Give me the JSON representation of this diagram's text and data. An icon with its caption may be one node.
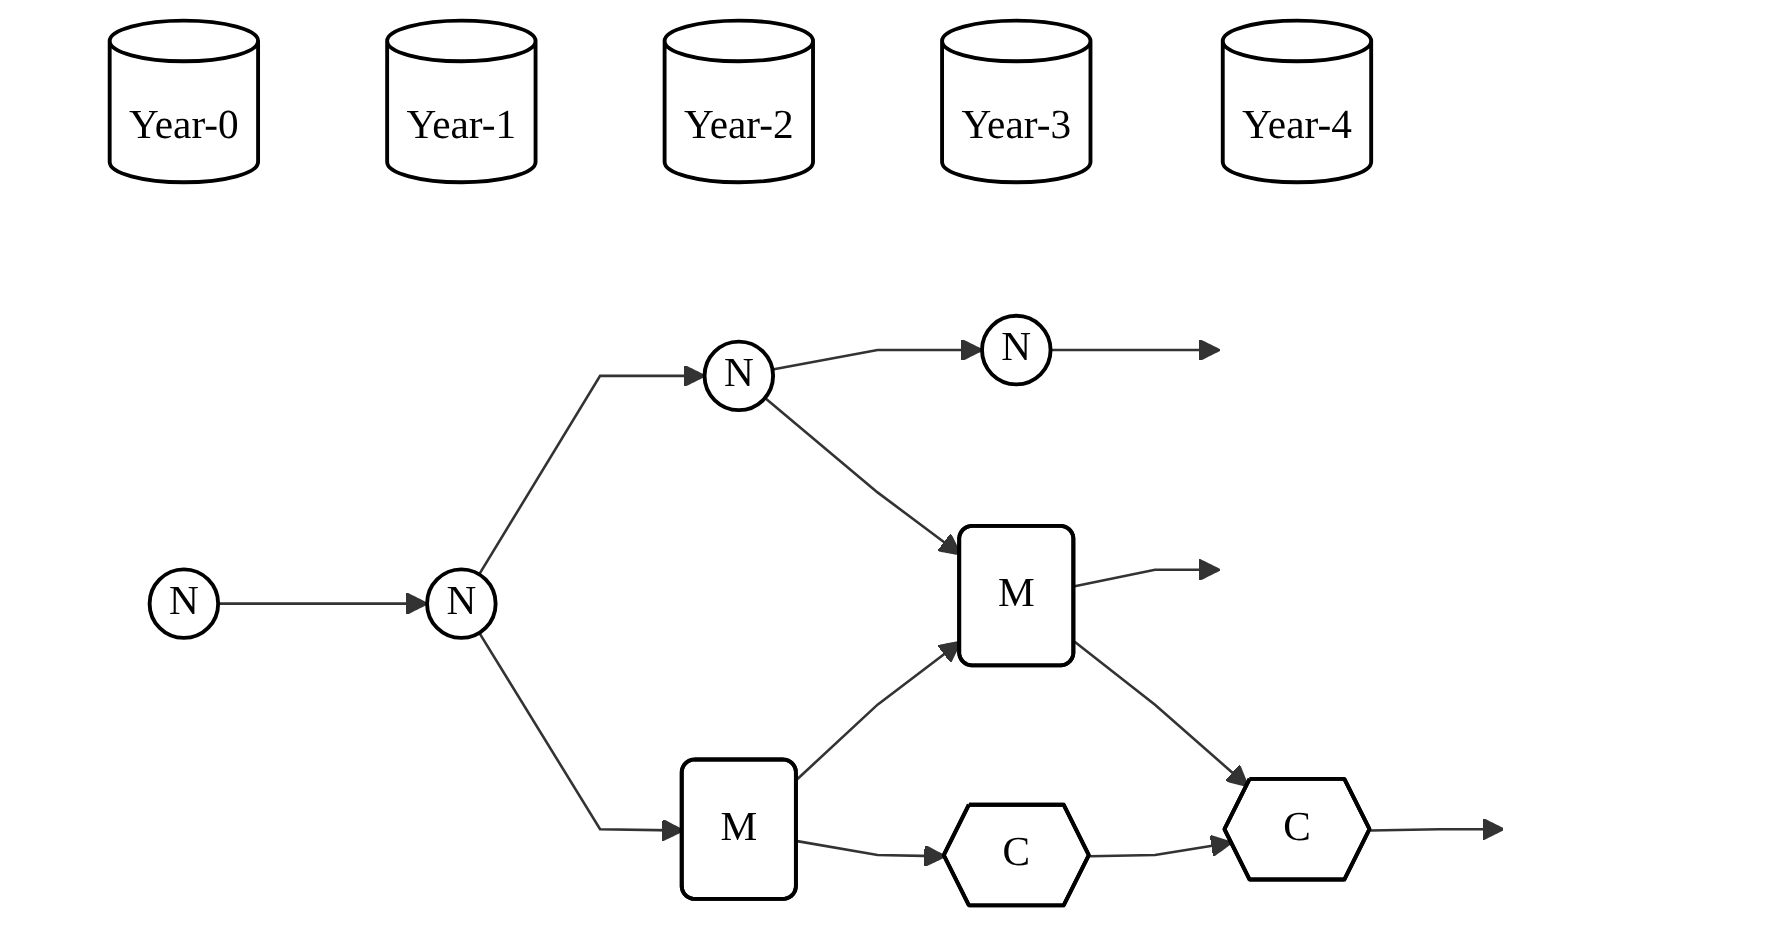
{
  "diagram": {
    "nodes": [
      {
        "text": [
          "Year-0"
        ]
      },
      {
        "text": [
          "Year-1"
        ]
      },
      {
        "text": [
          "Year-2"
        ]
      },
      {
        "text": [
          "Year-3"
        ]
      },
      {
        "text": [
          "Year-4"
        ]
      },
      {
        "text": [
          "N"
        ]
      },
      {
        "text": [
          "N"
        ]
      },
      {
        "text": [
          "N"
        ]
      },
      {
        "text": [
          "N"
        ]
      },
      {
        "text": [
          "M"
        ]
      },
      {
        "text": [
          "M"
        ]
      },
      {
        "text": [
          "C"
        ]
      },
      {
        "text": [
          "C"
        ]
      }
    ],
    "edges": [
      {
        "from": 5,
        "to": 6,
        "arrow": "to"
      },
      {
        "from": 6,
        "to": 7,
        "arrow": "to"
      },
      {
        "from": 7,
        "to": 8,
        "arrow": "to"
      },
      {
        "from": 8,
        "to": null,
        "arrow": "to"
      },
      {
        "from": 6,
        "to": 9,
        "arrow": "to"
      },
      {
        "from": 7,
        "to": 10,
        "arrow": "to"
      },
      {
        "from": 9,
        "to": 10,
        "arrow": "to"
      },
      {
        "from": 10,
        "to": null,
        "arrow": "to"
      },
      {
        "from": 9,
        "to": 11,
        "arrow": "to"
      },
      {
        "from": 10,
        "to": 12,
        "arrow": "to"
      },
      {
        "from": 11,
        "to": 12,
        "arrow": "to"
      },
      {
        "from": 12,
        "to": null,
        "arrow": "to"
      }
    ]
  }
}
